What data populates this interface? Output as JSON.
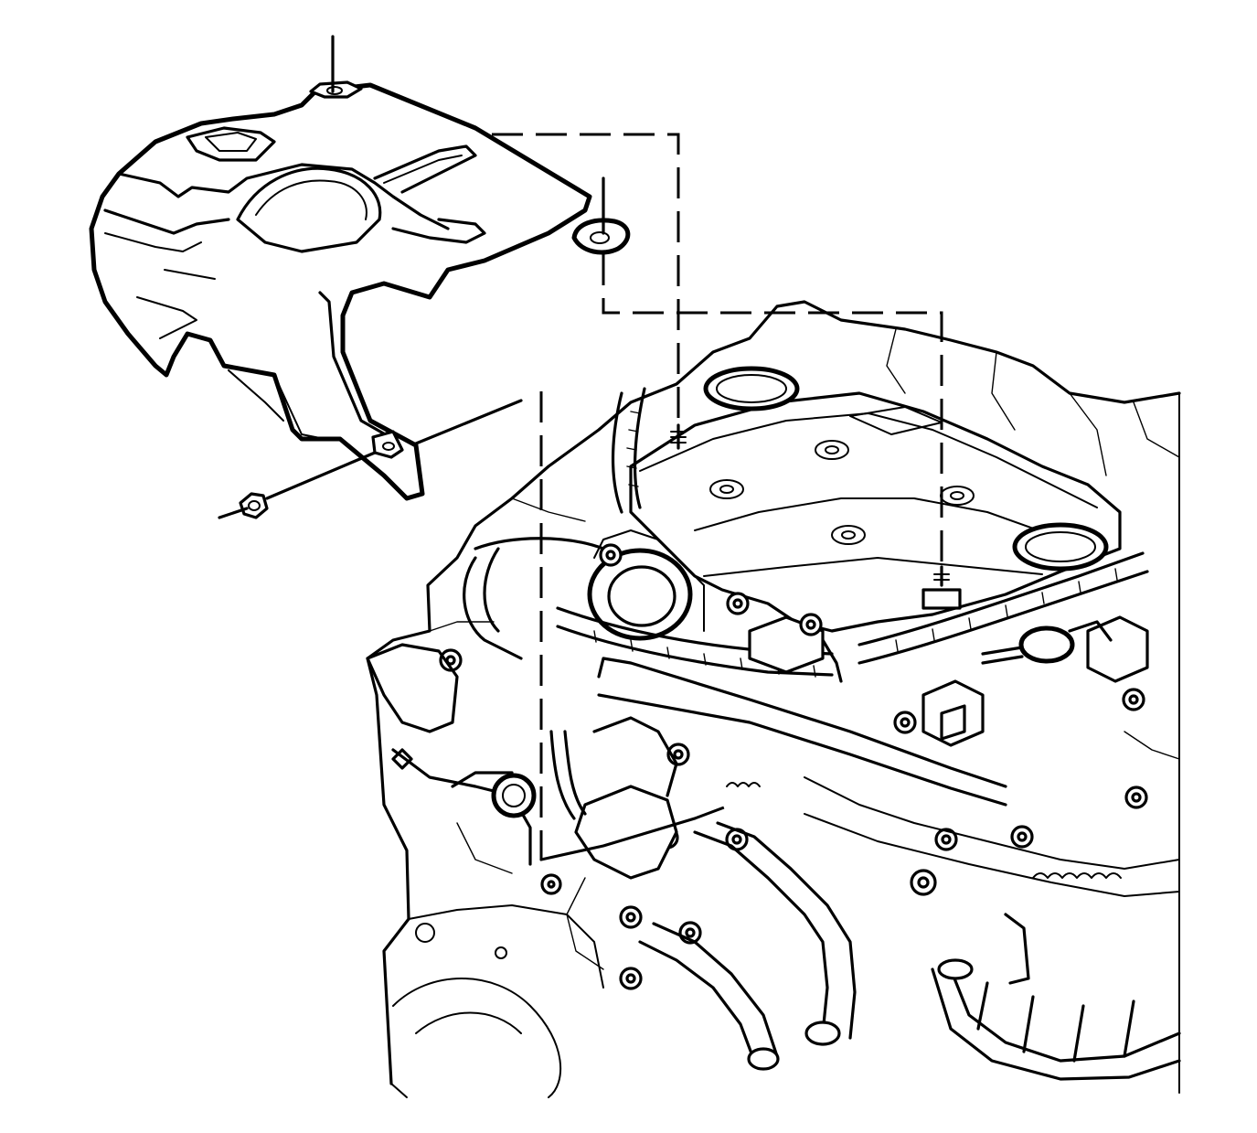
{
  "diagram": {
    "kind": "exploded-view line illustration",
    "components": [
      {
        "name": "engine-cover",
        "icon": "engine-cover-icon"
      },
      {
        "name": "engine-assembly",
        "icon": "engine-icon"
      },
      {
        "name": "cover-nut",
        "icon": "nut-icon"
      },
      {
        "name": "cover-stud-front",
        "icon": "stud-icon"
      },
      {
        "name": "cover-stud-rear",
        "icon": "stud-icon"
      }
    ],
    "callouts": [],
    "colors": {
      "ink": "#000000",
      "paper": "#ffffff"
    }
  }
}
